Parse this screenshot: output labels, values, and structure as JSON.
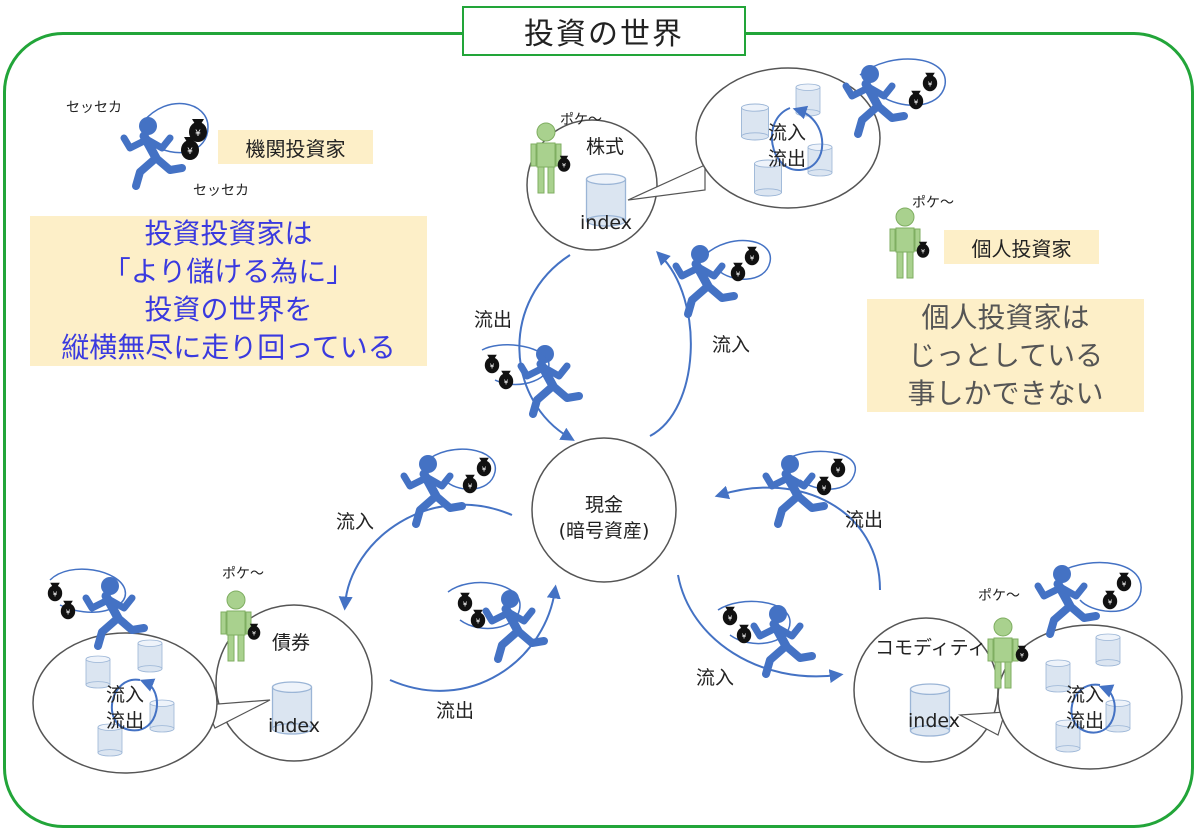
{
  "title": "投資の世界",
  "legend": {
    "institutional_label": "機関投資家",
    "individual_label": "個人投資家",
    "busy_sound": "セッセカ",
    "idle_sound": "ポケ～"
  },
  "institutional_message": [
    "投資投資家は",
    "「より儲ける為に」",
    "投資の世界を",
    "縦横無尽に走り回っている"
  ],
  "individual_message": [
    "個人投資家は",
    "じっとしている",
    "事しかできない"
  ],
  "center": {
    "line1": "現金",
    "line2": "(暗号資産)"
  },
  "markets": {
    "stock": "株式",
    "bond": "債券",
    "commodity": "コモディティ"
  },
  "index_label": "index",
  "flows": {
    "in": "流入",
    "out": "流出"
  },
  "colors": {
    "frame": "#22a539",
    "runner": "#4472c4",
    "idle": "#a9d18e",
    "note": "#fdefc8",
    "arrow": "#4472c4"
  }
}
